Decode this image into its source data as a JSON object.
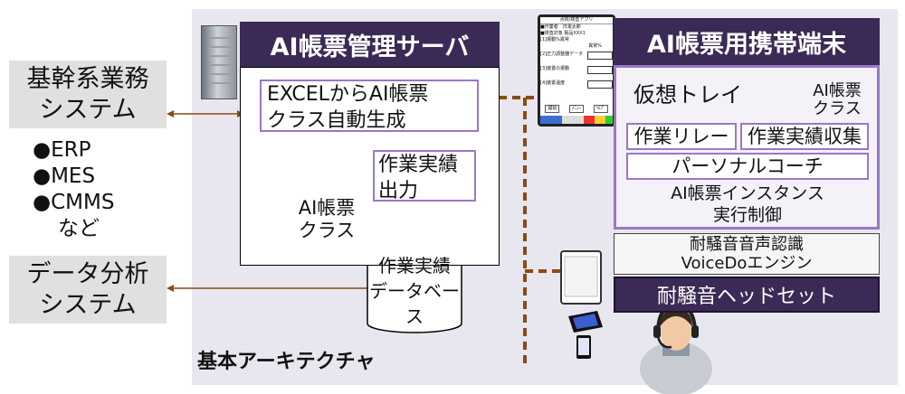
{
  "left_systems": {
    "core_line1": "基幹系業務",
    "core_line2": "システム",
    "bullets": [
      "●ERP",
      "●MES",
      "●CMMS"
    ],
    "bullets_suffix": "など",
    "analysis_line1": "データ分析",
    "analysis_line2": "システム"
  },
  "server": {
    "title": "AI帳票管理サーバ",
    "excel_line1": "EXCELからAI帳票",
    "excel_line2": "クラス自動生成",
    "class_line1": "AI帳票",
    "class_line2": "クラス",
    "output_line1": "作業実績",
    "output_line2": "出力",
    "db_line1": "作業実績",
    "db_line2": "データベース"
  },
  "architecture_label": "基本アーキテクチャ",
  "mobile": {
    "title": "AI帳票用携帯端末",
    "virtual_tray": "仮想トレイ",
    "class_line1": "AI帳票",
    "class_line2": "クラス",
    "work_relay": "作業リレー",
    "work_collect": "作業実績収集",
    "personal_coach": "パーソナルコーチ",
    "instance_line1": "AI帳票インスタンス",
    "instance_line2": "実行制御",
    "voice_line1": "耐騒音音声認識",
    "voice_line2": "VoiceDoエンジン",
    "headset": "耐騒音ヘッドセット"
  },
  "phone_screen": {
    "app_title": "点検/検査アプリ",
    "rows": [
      "■作業者　日電太郎",
      "■検査対象 製品XXX1",
      "[1]振動%異常"
    ],
    "sub": "異常%",
    "fields": [
      "[2]圧力調整器データ",
      "[3]装置の振動",
      "[4]装置温度"
    ],
    "buttons": [
      "開始",
      "ﾒﾆｭｰ",
      "ﾍﾙﾌﾟ"
    ]
  },
  "colors": {
    "panel": "#e8e6ee",
    "dark_purple": "#3b2a55",
    "border_purple": "#9a78c6",
    "connector": "#8b4a14"
  }
}
